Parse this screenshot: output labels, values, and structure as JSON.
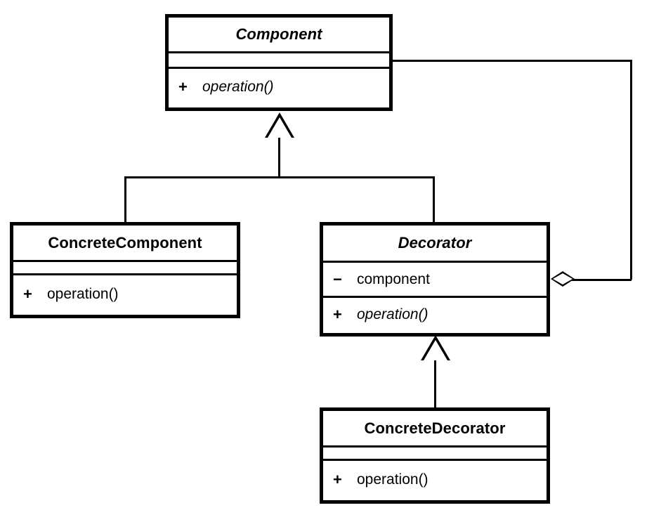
{
  "diagram": {
    "kind": "uml-class-diagram",
    "pattern": "Decorator",
    "stroke_color": "#000000",
    "background_color": "#ffffff",
    "classes": [
      {
        "id": "component",
        "name": "Component",
        "abstract": true,
        "attributes": [],
        "operations": [
          {
            "visibility": "+",
            "name": "operation()",
            "abstract": true
          }
        ]
      },
      {
        "id": "concrete-component",
        "name": "ConcreteComponent",
        "abstract": false,
        "attributes": [],
        "operations": [
          {
            "visibility": "+",
            "name": "operation()",
            "abstract": false
          }
        ]
      },
      {
        "id": "decorator",
        "name": "Decorator",
        "abstract": true,
        "attributes": [
          {
            "visibility": "−",
            "name": "component"
          }
        ],
        "operations": [
          {
            "visibility": "+",
            "name": "operation()",
            "abstract": true
          }
        ]
      },
      {
        "id": "concrete-decorator",
        "name": "ConcreteDecorator",
        "abstract": false,
        "attributes": [],
        "operations": [
          {
            "visibility": "+",
            "name": "operation()",
            "abstract": false
          }
        ]
      }
    ],
    "relationships": [
      {
        "type": "generalization",
        "from": "ConcreteComponent",
        "to": "Component"
      },
      {
        "type": "generalization",
        "from": "Decorator",
        "to": "Component"
      },
      {
        "type": "generalization",
        "from": "ConcreteDecorator",
        "to": "Decorator"
      },
      {
        "type": "aggregation",
        "from": "Decorator",
        "to": "Component",
        "end_marker": "hollow-diamond"
      }
    ]
  }
}
